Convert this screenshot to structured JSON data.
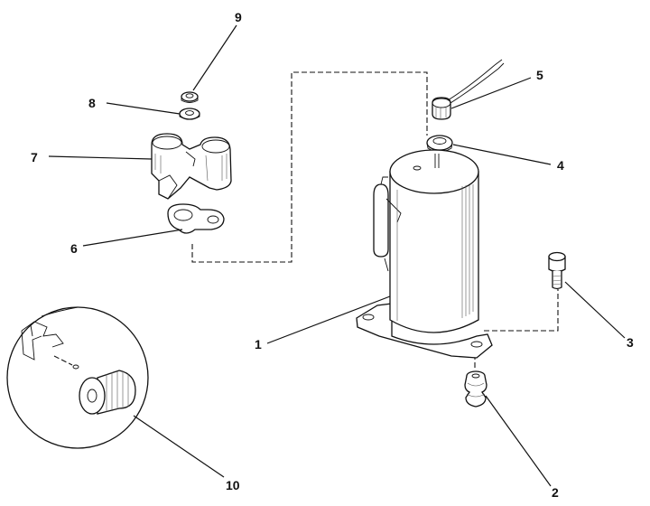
{
  "parts": [
    {
      "id": "1",
      "label": "1",
      "name": "compressor"
    },
    {
      "id": "2",
      "label": "2",
      "name": "grommet"
    },
    {
      "id": "3",
      "label": "3",
      "name": "bolt"
    },
    {
      "id": "4",
      "label": "4",
      "name": "terminal-boot"
    },
    {
      "id": "5",
      "label": "5",
      "name": "terminal-plug"
    },
    {
      "id": "6",
      "label": "6",
      "name": "gasket"
    },
    {
      "id": "7",
      "label": "7",
      "name": "terminal-cover"
    },
    {
      "id": "8",
      "label": "8",
      "name": "washer"
    },
    {
      "id": "9",
      "label": "9",
      "name": "nut"
    },
    {
      "id": "10",
      "label": "10",
      "name": "detail-view-overload"
    }
  ]
}
